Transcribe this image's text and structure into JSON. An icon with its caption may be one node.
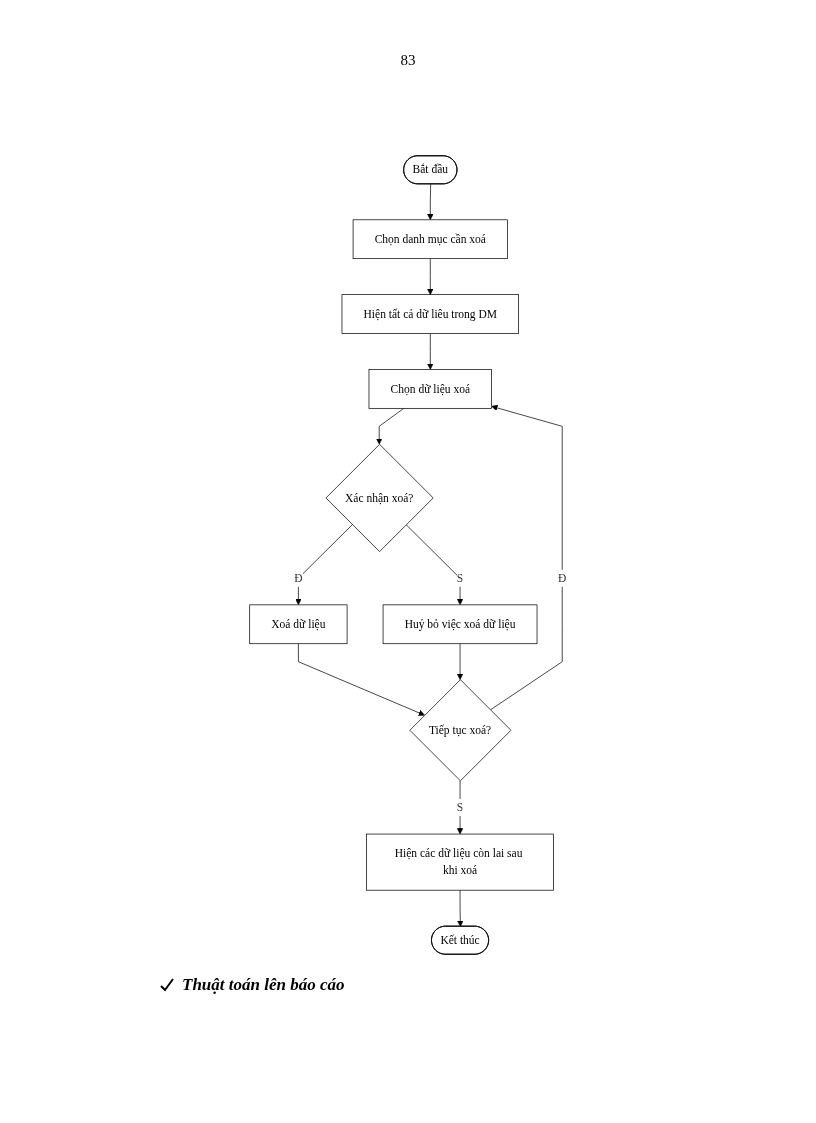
{
  "diagram": {
    "nodes": [
      {
        "text": [
          "Bắt đầu"
        ]
      },
      {
        "text": [
          "Chọn danh mục cần xoá"
        ]
      },
      {
        "text": [
          "Hiện tất cả dữ liêu trong DM"
        ]
      },
      {
        "text": [
          "Chọn dữ liệu xoá"
        ]
      },
      {
        "text": [
          "Xác nhận xoá?"
        ]
      },
      {
        "text": [
          "Huỷ bỏ việc xoá dữ liệu"
        ]
      },
      {
        "text": [
          "Xoá dữ liệu"
        ]
      },
      {
        "text": [
          "Tiếp tục xoá?"
        ]
      },
      {
        "text": [
          "Hiện các dữ liệu còn lai sau khi xoá"
        ]
      },
      {
        "text": [
          "Kết thúc"
        ]
      }
    ],
    "edges": [
      {
        "from": 0,
        "to": 1,
        "arrow": "to"
      },
      {
        "from": 1,
        "to": 2,
        "arrow": "to"
      },
      {
        "from": 2,
        "to": 3,
        "arrow": "to"
      },
      {
        "from": 3,
        "to": 4,
        "arrow": "to"
      },
      {
        "from": 4,
        "to": 5,
        "arrow": "to",
        "label": "S"
      },
      {
        "from": 4,
        "to": 6,
        "arrow": "to",
        "label": "Đ"
      },
      {
        "from": 6,
        "to": 7,
        "arrow": "to"
      },
      {
        "from": 5,
        "to": 7,
        "arrow": "to"
      },
      {
        "from": 7,
        "to": 3,
        "arrow": "to",
        "label": "Đ"
      },
      {
        "from": 7,
        "to": 8,
        "arrow": "to",
        "label": "S"
      },
      {
        "from": 8,
        "to": 9,
        "arrow": "to"
      }
    ],
    "labels": [
      "83",
      "Thuật toán lên báo cáo"
    ]
  }
}
